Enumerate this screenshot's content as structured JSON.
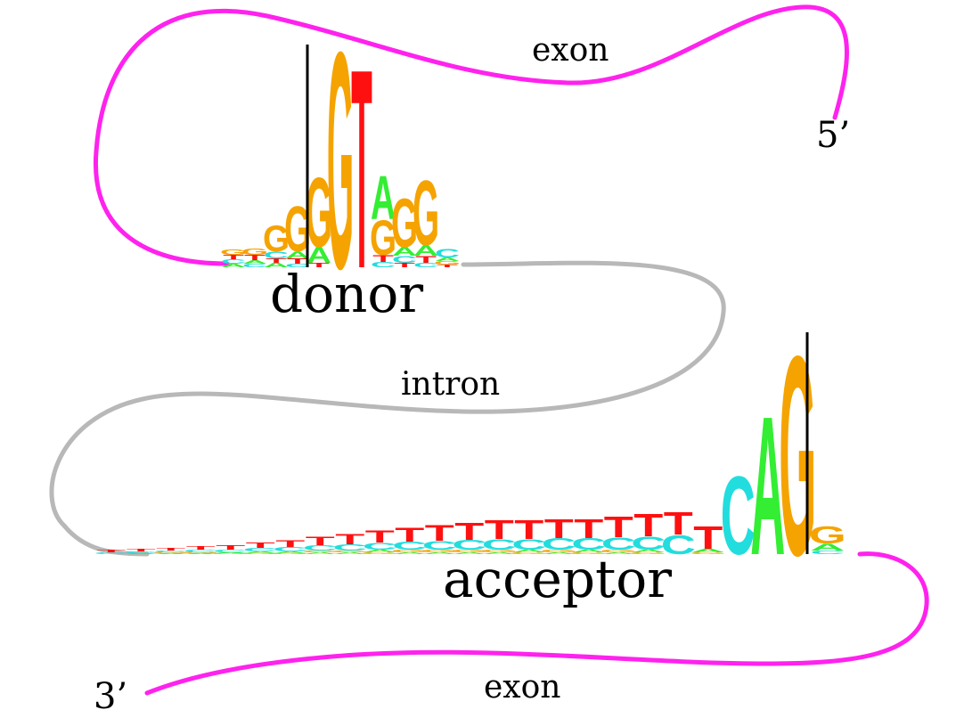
{
  "labels": {
    "exon_top": "exon",
    "five_prime": "5’",
    "donor": "donor",
    "intron": "intron",
    "acceptor": "acceptor",
    "three_prime": "3’",
    "exon_bottom": "exon"
  },
  "colors": {
    "exon": "#ff22ee",
    "intron": "#b8b8b8",
    "A": "#33ee33",
    "C": "#22dddd",
    "G": "#f5a300",
    "T": "#ff1010",
    "boundary": "#000000"
  },
  "donor_logo": [
    [
      "A",
      "C",
      "T",
      "G"
    ],
    [
      "C",
      "A",
      "T",
      "G"
    ],
    [
      "A",
      "T",
      "C",
      "G"
    ],
    [
      "C",
      "T",
      "A",
      "G"
    ],
    [
      "T",
      "A",
      "G"
    ],
    [
      "G"
    ],
    [
      "T"
    ],
    [
      "C",
      "T",
      "G",
      "A"
    ],
    [
      "T",
      "C",
      "A",
      "G"
    ],
    [
      "C",
      "T",
      "A",
      "G"
    ],
    [
      "T",
      "G",
      "A",
      "C"
    ]
  ],
  "acceptor_logo": [
    [
      "C",
      "T"
    ],
    [
      "A",
      "C",
      "T"
    ],
    [
      "A",
      "G",
      "C",
      "T"
    ],
    [
      "A",
      "G",
      "C",
      "T"
    ],
    [
      "G",
      "A",
      "C",
      "T"
    ],
    [
      "G",
      "A",
      "C",
      "T"
    ],
    [
      "G",
      "A",
      "C",
      "T"
    ],
    [
      "A",
      "G",
      "C",
      "T"
    ],
    [
      "A",
      "G",
      "C",
      "T"
    ],
    [
      "G",
      "A",
      "C",
      "T"
    ],
    [
      "A",
      "G",
      "C",
      "T"
    ],
    [
      "A",
      "G",
      "C",
      "T"
    ],
    [
      "A",
      "G",
      "C",
      "T"
    ],
    [
      "A",
      "G",
      "C",
      "T"
    ],
    [
      "G",
      "A",
      "C",
      "T"
    ],
    [
      "A",
      "G",
      "C",
      "T"
    ],
    [
      "G",
      "A",
      "C",
      "T"
    ],
    [
      "A",
      "G",
      "C",
      "T"
    ],
    [
      "G",
      "A",
      "C",
      "T"
    ],
    [
      "C",
      "T"
    ],
    [
      "G",
      "A",
      "T"
    ],
    [
      "C"
    ],
    [
      "A"
    ],
    [
      "G"
    ],
    [
      "C",
      "A",
      "G"
    ]
  ]
}
